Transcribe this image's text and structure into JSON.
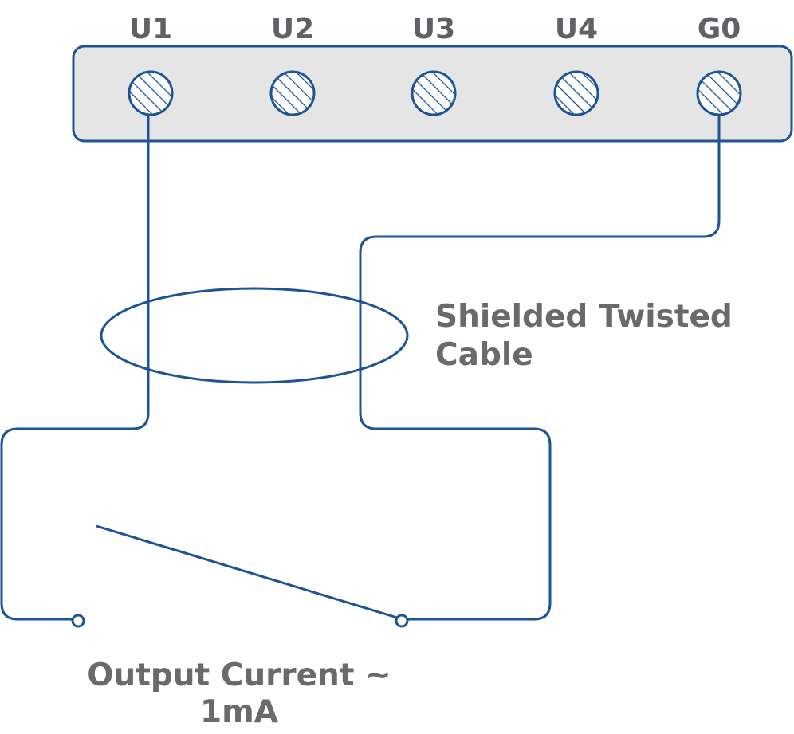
{
  "terminal_block": {
    "terminals": [
      {
        "label": "U1",
        "wired": true
      },
      {
        "label": "U2",
        "wired": false
      },
      {
        "label": "U3",
        "wired": false
      },
      {
        "label": "U4",
        "wired": false
      },
      {
        "label": "G0",
        "wired": true
      }
    ]
  },
  "cable_label": {
    "line1": "Shielded Twisted",
    "line2": "Cable"
  },
  "switch_label": {
    "line1": "Output Current ~",
    "line2": "1mA"
  },
  "colors": {
    "wire": "#1d5496",
    "block_fill": "#e5e5e5",
    "label_text": "#6a6a6a"
  }
}
